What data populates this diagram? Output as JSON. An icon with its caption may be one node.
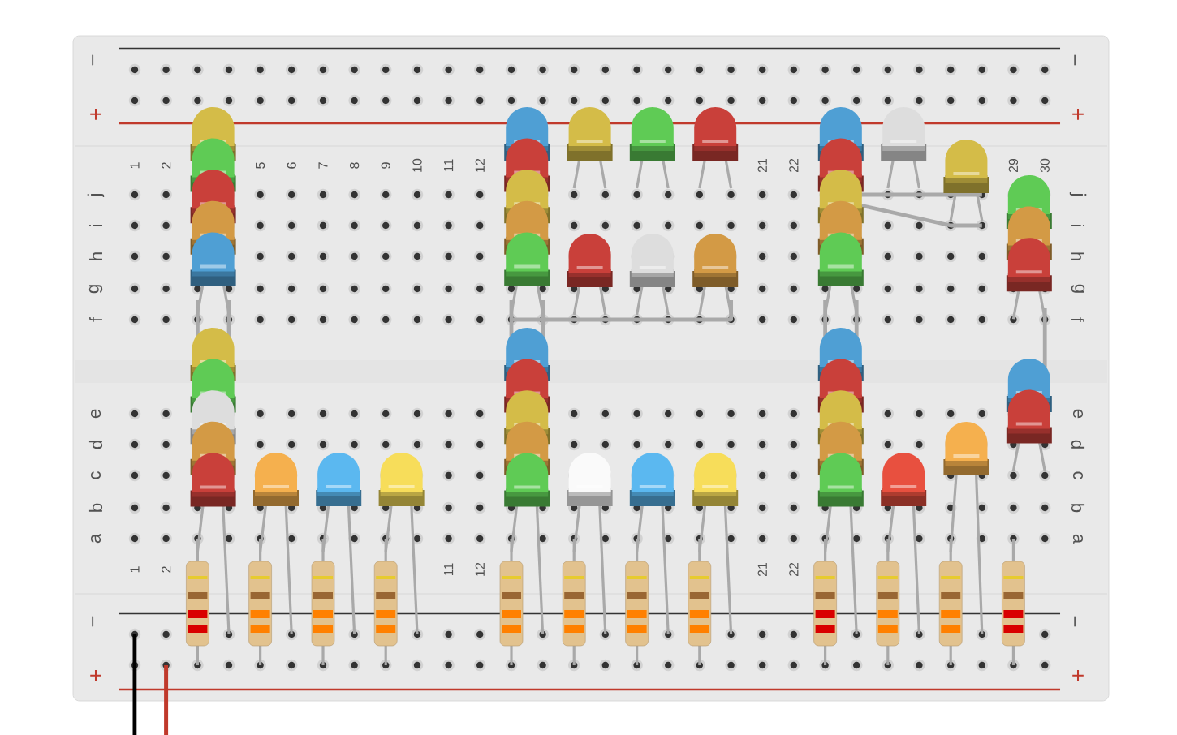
{
  "diagram": {
    "labels": [
      "−",
      "−",
      "+",
      "+",
      "1",
      "2",
      "5",
      "6",
      "7",
      "8",
      "9",
      "10",
      "11",
      "12",
      "21",
      "22",
      "29",
      "30",
      "j",
      "j",
      "i",
      "i",
      "h",
      "h",
      "g",
      "g",
      "f",
      "f",
      "e",
      "e",
      "d",
      "d",
      "c",
      "c",
      "b",
      "b",
      "a",
      "a",
      "1",
      "2",
      "11",
      "12",
      "21",
      "22",
      "−",
      "−",
      "+",
      "+"
    ]
  }
}
